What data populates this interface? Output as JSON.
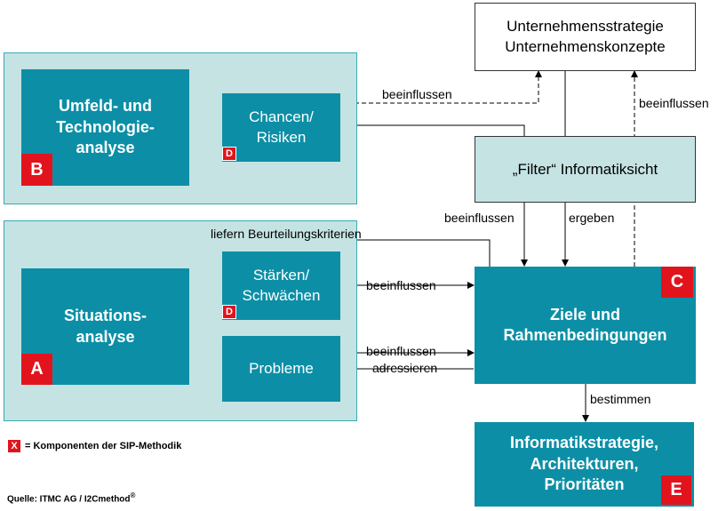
{
  "groups": {
    "top": {},
    "bottom": {}
  },
  "boxes": {
    "umfeld": {
      "line1": "Umfeld- und",
      "line2": "Technologie-",
      "line3": "analyse",
      "badge": "B"
    },
    "chancen": {
      "line1": "Chancen/",
      "line2": "Risiken",
      "badge": "D"
    },
    "situation": {
      "line1": "Situations-",
      "line2": "analyse",
      "badge": "A"
    },
    "staerken": {
      "line1": "Stärken/",
      "line2": "Schwächen",
      "badge": "D"
    },
    "probleme": {
      "line1": "Probleme"
    },
    "strategie": {
      "line1": "Unternehmensstrategie",
      "line2": "Unternehmenskonzepte"
    },
    "filter": {
      "line1": "„Filter“ Informatiksicht"
    },
    "ziele": {
      "line1": "Ziele und",
      "line2": "Rahmenbedingungen",
      "badge": "C"
    },
    "informatik": {
      "line1": "Informatikstrategie,",
      "line2": "Architekturen,",
      "line3": "Prioritäten",
      "badge": "E"
    }
  },
  "labels": {
    "beeinflussen_top": "beeinflussen",
    "beeinflussen_right": "beeinflussen",
    "beeinflussen_filter": "beeinflussen",
    "ergeben": "ergeben",
    "liefern": "liefern Beurteilungskriterien",
    "beeinflussen_staerken": "beeinflussen",
    "beeinflussen_probleme": "beeinflussen",
    "adressieren": "adressieren",
    "bestimmen": "bestimmen"
  },
  "legend": {
    "badge": "X",
    "text": "= Komponenten der SIP-Methodik",
    "source": "Quelle: ITMC AG / I2Cmethod",
    "trademark": "®"
  },
  "colors": {
    "teal": "#0c8fa6",
    "light_teal": "#c5e3e3",
    "badge_red": "#e1141e"
  }
}
